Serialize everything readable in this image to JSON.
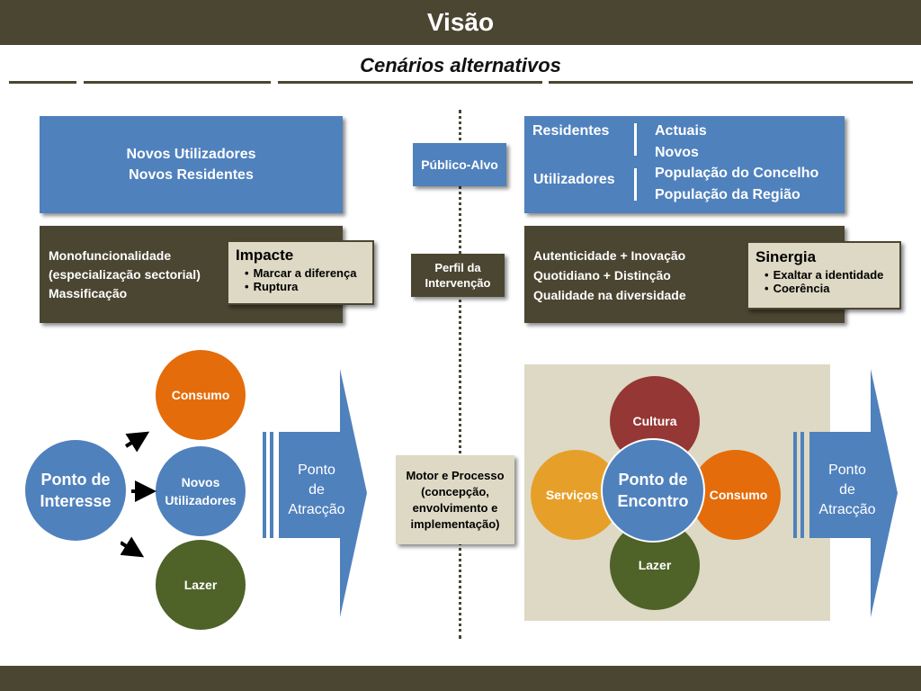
{
  "header": {
    "title": "Visão"
  },
  "subtitle": "Cenários alternativos",
  "center": {
    "publico_alvo": "Público-Alvo",
    "perfil": [
      "Perfil da",
      "Intervenção"
    ],
    "motor": [
      "Motor e Processo",
      "(concepção,",
      "envolvimento e",
      "implementação)"
    ]
  },
  "left": {
    "top_box": [
      "Novos Utilizadores",
      "Novos Residentes"
    ],
    "profile_lines": [
      "Monofuncionalidade",
      "(especialização sectorial)",
      "Massificação"
    ],
    "callout": {
      "title": "Impacte",
      "items": [
        "Marcar a diferença",
        "Ruptura"
      ]
    },
    "source_circle": [
      "Ponto de",
      "Interesse"
    ],
    "circles": {
      "consumo": "Consumo",
      "novos": [
        "Novos",
        "Utilizadores"
      ],
      "lazer": "Lazer"
    },
    "arrow_label": [
      "Ponto",
      "de",
      "Atracção"
    ]
  },
  "right": {
    "groups": [
      {
        "label": "Residentes",
        "items": [
          "Actuais",
          "Novos"
        ]
      },
      {
        "label": "Utilizadores",
        "items": [
          "População do Concelho",
          "População da Região"
        ]
      }
    ],
    "profile_lines": [
      "Autenticidade + Inovação",
      "Quotidiano + Distinção",
      "Qualidade na diversidade"
    ],
    "callout": {
      "title": "Sinergia",
      "items": [
        "Exaltar a identidade",
        "Coerência"
      ]
    },
    "circles": {
      "cultura": "Cultura",
      "servicos": "Serviços",
      "consumo": "Consumo",
      "lazer": "Lazer",
      "center": [
        "Ponto de",
        "Encontro"
      ]
    },
    "arrow_label": [
      "Ponto",
      "de",
      "Atracção"
    ]
  },
  "colors": {
    "dark": "#4b4631",
    "blue": "#4f81bd",
    "beige": "#ddd9c4",
    "orange": "#e46c0a",
    "green": "#4f6228",
    "red": "#953735",
    "amber": "#e6a02a"
  }
}
